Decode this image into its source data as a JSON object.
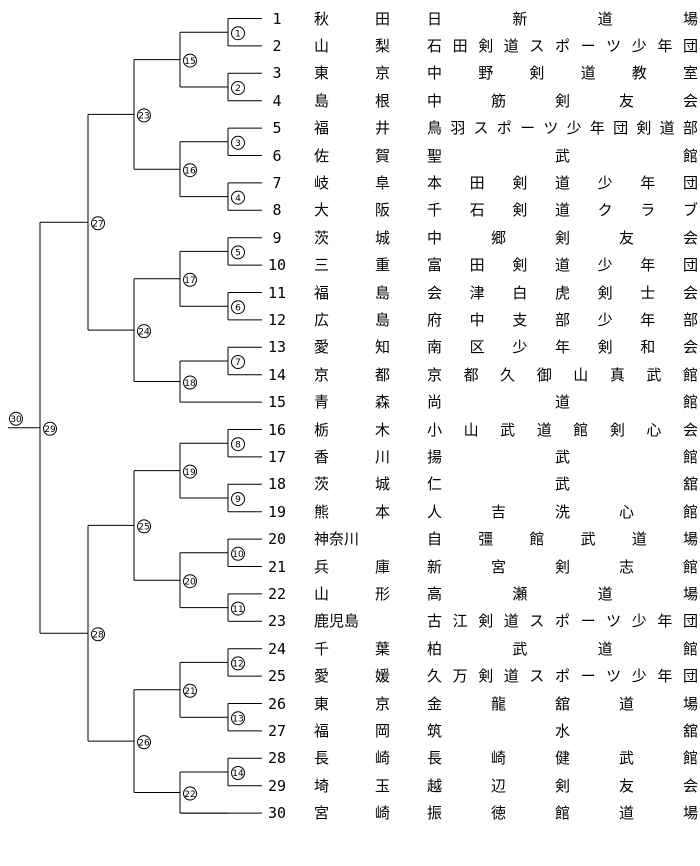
{
  "bracket": {
    "final_label": "30",
    "entries": [
      {
        "no": "1",
        "pref": "秋田",
        "team": "日新道場"
      },
      {
        "no": "2",
        "pref": "山梨",
        "team": "石田剣道スポーツ少年団"
      },
      {
        "no": "3",
        "pref": "東京",
        "team": "中野剣道教室"
      },
      {
        "no": "4",
        "pref": "島根",
        "team": "中筋剣友会"
      },
      {
        "no": "5",
        "pref": "福井",
        "team": "鳥羽スポーツ少年団剣道部"
      },
      {
        "no": "6",
        "pref": "佐賀",
        "team": "聖武館"
      },
      {
        "no": "7",
        "pref": "岐阜",
        "team": "本田剣道少年団"
      },
      {
        "no": "8",
        "pref": "大阪",
        "team": "千石剣道クラブ"
      },
      {
        "no": "9",
        "pref": "茨城",
        "team": "中郷剣友会"
      },
      {
        "no": "10",
        "pref": "三重",
        "team": "富田剣道少年団"
      },
      {
        "no": "11",
        "pref": "福島",
        "team": "会津白虎剣士会"
      },
      {
        "no": "12",
        "pref": "広島",
        "team": "府中支部少年部"
      },
      {
        "no": "13",
        "pref": "愛知",
        "team": "南区少年剣和会"
      },
      {
        "no": "14",
        "pref": "京都",
        "team": "京都久御山真武館"
      },
      {
        "no": "15",
        "pref": "青森",
        "team": "尚道館"
      },
      {
        "no": "16",
        "pref": "栃木",
        "team": "小山武道館剣心会"
      },
      {
        "no": "17",
        "pref": "香川",
        "team": "揚武館"
      },
      {
        "no": "18",
        "pref": "茨城",
        "team": "仁武舘"
      },
      {
        "no": "19",
        "pref": "熊本",
        "team": "人吉洗心館"
      },
      {
        "no": "20",
        "pref": "神奈川",
        "team": "自彊館武道場"
      },
      {
        "no": "21",
        "pref": "兵庫",
        "team": "新宮剣志館"
      },
      {
        "no": "22",
        "pref": "山形",
        "team": "高瀬道場"
      },
      {
        "no": "23",
        "pref": "鹿児島",
        "team": "古江剣道スポーツ少年団"
      },
      {
        "no": "24",
        "pref": "千葉",
        "team": "柏武道館"
      },
      {
        "no": "25",
        "pref": "愛媛",
        "team": "久万剣道スポーツ少年団"
      },
      {
        "no": "26",
        "pref": "東京",
        "team": "金龍舘道場"
      },
      {
        "no": "27",
        "pref": "福岡",
        "team": "筑水舘"
      },
      {
        "no": "28",
        "pref": "長崎",
        "team": "長崎健武館"
      },
      {
        "no": "29",
        "pref": "埼玉",
        "team": "越辺剣友会"
      },
      {
        "no": "30",
        "pref": "宮崎",
        "team": "振徳館道場"
      }
    ]
  }
}
